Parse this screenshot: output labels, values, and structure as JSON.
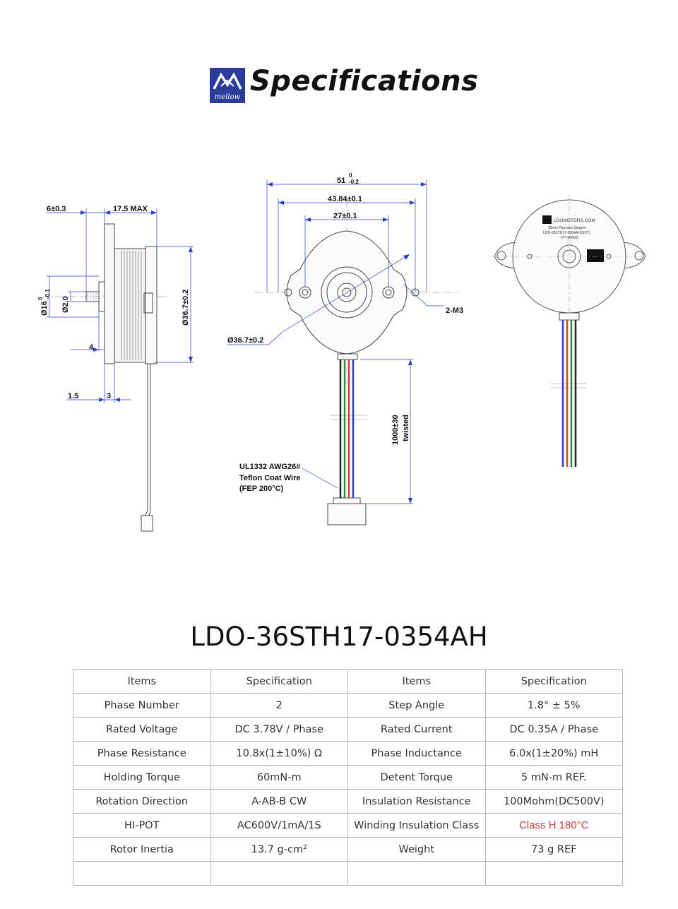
{
  "header": {
    "title": "Specifications",
    "logo_text": "mellow",
    "logo_color": "#2a3d9c"
  },
  "drawing": {
    "side": {
      "dim_6": "6±0.3",
      "dim_17": "17.5 MAX",
      "dim_d16": "Ø16",
      "dim_d16_tol_top": "0",
      "dim_d16_tol_bot": "-0.1",
      "dim_d2": "Ø2.0",
      "dim_d367": "Ø36.7±0.2",
      "dim_4": "4",
      "dim_15": "1.5",
      "dim_3": "3"
    },
    "front": {
      "dim_51": "51",
      "dim_51_tol_top": "0",
      "dim_51_tol_bot": "-0.2",
      "dim_4384": "43.84±0.1",
      "dim_27": "27±0.1",
      "dim_m3": "2-M3",
      "dim_d367": "Ø36.7±0.2",
      "dim_length": "1000±30",
      "dim_twisted": "twisted",
      "wire_line1": "UL1332 AWG26#",
      "wire_line2": "Teflon Coat Wire",
      "wire_line3": "(FEP 200°C)"
    },
    "iso": {
      "brand": "LDOMOTORS.COM",
      "line1": "35mm Pancake Stepper",
      "line2": "LDO-36STH17-0354AH(GST)",
      "line3": "#YYMMDD"
    },
    "wire_colors": [
      "#222222",
      "#2e8b3e",
      "#d83a3a",
      "#2b3fc8"
    ]
  },
  "model": "LDO-36STH17-0354AH",
  "table": {
    "rows": [
      [
        "Items",
        "Specification",
        "Items",
        "Specification"
      ],
      [
        "Phase Number",
        "2",
        "Step Angle",
        "1.8° ± 5%"
      ],
      [
        "Rated Voltage",
        "DC 3.78V / Phase",
        "Rated Current",
        "DC 0.35A / Phase"
      ],
      [
        "Phase Resistance",
        "10.8x(1±10%) Ω",
        "Phase Inductance",
        "6.0x(1±20%) mH"
      ],
      [
        "Holding Torque",
        "60mN-m",
        "Detent Torque",
        "5 mN-m REF."
      ],
      [
        "Rotation Direction",
        "A-AB-B CW",
        "Insulation Resistance",
        "100Mohm(DC500V)"
      ],
      [
        "HI-POT",
        "AC600V/1mA/1S",
        "Winding Insulation Class",
        "Class H 180°C"
      ],
      [
        "Rotor Inertia",
        "13.7 g-cm²",
        "Weight",
        "73 g REF"
      ],
      [
        "",
        "",
        "",
        ""
      ]
    ],
    "highlight_color": "#d93a3a"
  }
}
